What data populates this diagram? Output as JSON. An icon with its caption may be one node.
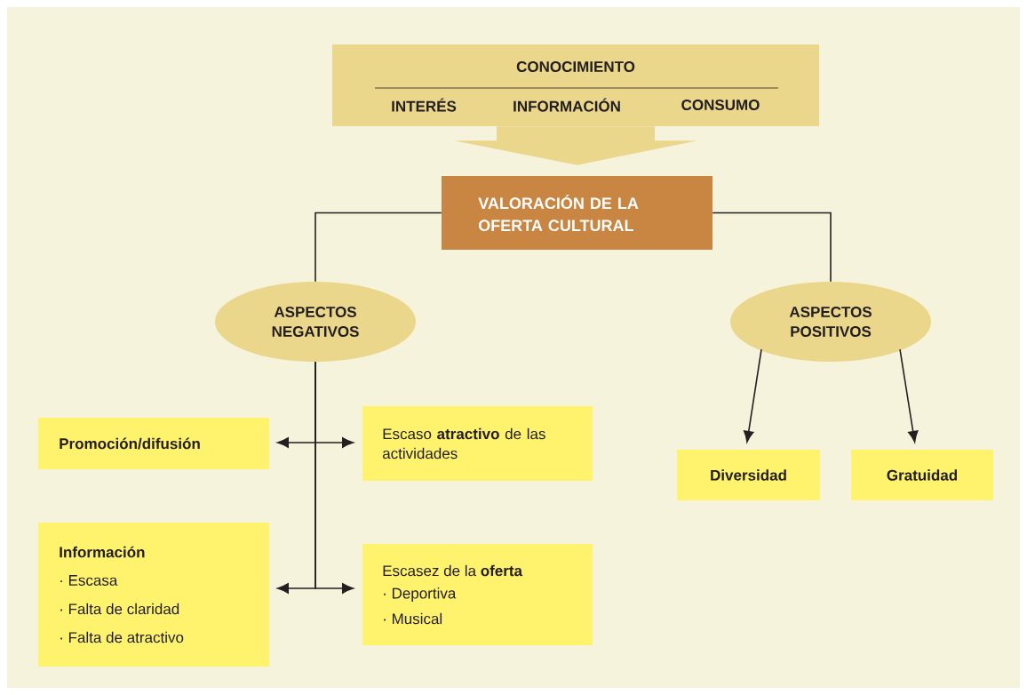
{
  "diagram": {
    "nodes": [
      {
        "text": [
          "CONOCIMIENTO",
          "INTERÉS",
          "INFORMACIÓN",
          "CONSUMO"
        ]
      },
      {
        "text": [
          "VALORACIÓN DE LA OFERTA CULTURAL"
        ]
      },
      {
        "text": [
          "ASPECTOS NEGATIVOS"
        ]
      },
      {
        "text": [
          "ASPECTOS POSITIVOS"
        ]
      },
      {
        "text": [
          "Promoción/difusión"
        ]
      },
      {
        "text": [
          "Escaso **atractivo** de las actividades"
        ]
      },
      {
        "text": [
          "Información",
          "· Escasa",
          "· Falta de claridad",
          "· Falta de atractivo"
        ]
      },
      {
        "text": [
          "Escasez de la **oferta**",
          "· Deportiva",
          "· Musical"
        ]
      },
      {
        "text": [
          "Diversidad"
        ]
      },
      {
        "text": [
          "Gratuidad"
        ]
      }
    ],
    "edges": [
      {
        "from": 0,
        "to": 1,
        "arrow": "to"
      },
      {
        "from": 1,
        "to": 2,
        "arrow": "none"
      },
      {
        "from": 1,
        "to": 3,
        "arrow": "none"
      },
      {
        "from": 2,
        "to": 4,
        "arrow": "to"
      },
      {
        "from": 2,
        "to": 5,
        "arrow": "to"
      },
      {
        "from": 2,
        "to": 6,
        "arrow": "to"
      },
      {
        "from": 2,
        "to": 7,
        "arrow": "to"
      },
      {
        "from": 3,
        "to": 8,
        "arrow": "to"
      },
      {
        "from": 3,
        "to": 9,
        "arrow": "to"
      }
    ]
  }
}
